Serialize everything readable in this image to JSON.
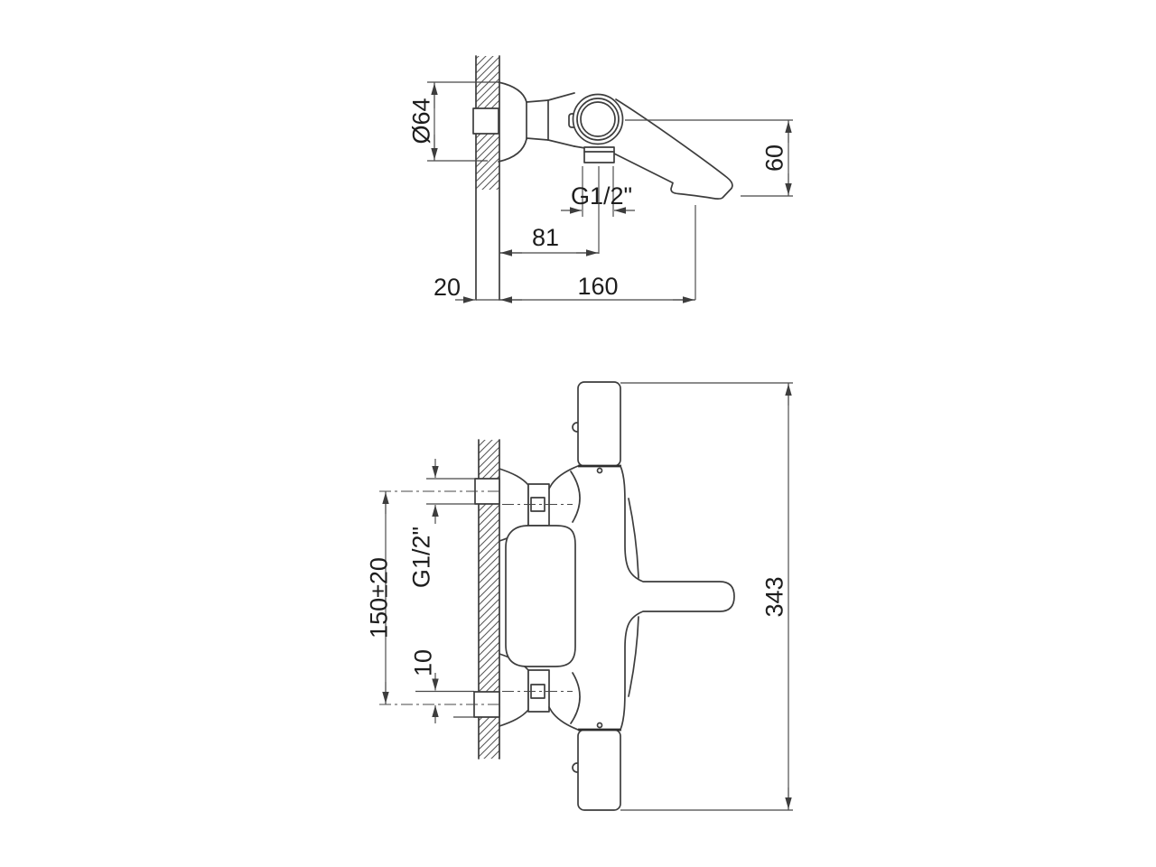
{
  "page": {
    "background": "#ffffff"
  },
  "drawing": {
    "type": "technical-dimension-drawing",
    "subject": "wall-mounted bath mixer tap, two orthographic views",
    "line_color": "#3d3d3d",
    "text_color": "#1d1d1d",
    "side_view": {
      "labels": {
        "flange_diameter": "Ø64",
        "spout_height": "60",
        "hose_thread": "G1/2\"",
        "outlet_from_wall": "81",
        "wall_offset": "20",
        "spout_reach": "160"
      }
    },
    "front_view": {
      "labels": {
        "inlet_centers": "150±20",
        "inlet_thread": "G1/2\"",
        "eccentric_offset": "10",
        "total_height": "343"
      }
    }
  }
}
